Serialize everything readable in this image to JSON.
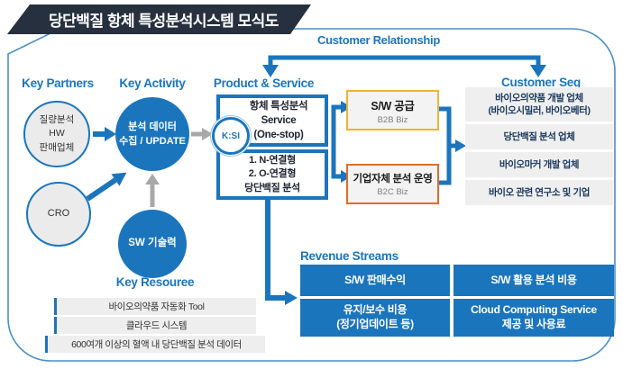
{
  "banner": {
    "title": "당단백질 항체 특성분석시스템 모식도"
  },
  "headers": {
    "customer_relationship": "Customer Relationship",
    "key_partners": "Key Partners",
    "key_activity": "Key Activity",
    "product_service": "Product & Service",
    "customer_seg": "Customer Seg",
    "revenue_streams": "Revenue Streams",
    "key_resource": "Key Resouree"
  },
  "key_partners": {
    "partner1": "질량분석\nHW\n판매업체",
    "partner2": "CRO"
  },
  "key_activity": {
    "activity1": "분석 데이터\n수집 / UPDATE",
    "activity2": "SW 기술력"
  },
  "product_service": {
    "logo": "K:SI",
    "box1": "항체 특성분석\nService\n(One-stop)",
    "box2": "1. N-연결형\n2. O-연결형\n당단백질 분석"
  },
  "business": {
    "box1_title": "S/W 공급",
    "box1_sub": "B2B Biz",
    "box2_title": "기업자체 분석 운영",
    "box2_sub": "B2C Biz"
  },
  "customer_seg": {
    "items": [
      "바이오의약품 개발 업체\n(바이오시밀러, 바이오베터)",
      "당단백질 분석 업체",
      "바이오마커 개발 업체",
      "바이오 관련 연구소 및 기업"
    ]
  },
  "revenue_streams": {
    "cells": [
      "S/W 판매수익",
      "S/W 활용 분석 비용",
      "유지/보수 비용\n(정기업데이트 등)",
      "Cloud Computing Service\n제공 및 사용료"
    ]
  },
  "key_resources": {
    "items": [
      "바이오의약품 자동화 Tool",
      "클라우드 시스템",
      "600여개 이상의 혈액 내 당단백질 분석 데이터"
    ]
  },
  "colors": {
    "primary_blue": "#1b75bc",
    "banner_navy": "#27303e",
    "yellow_border": "#f0b32e",
    "orange_border": "#e26b2a",
    "gray_fill": "#ebebeb",
    "gray_arrow": "#a8a8a8"
  }
}
